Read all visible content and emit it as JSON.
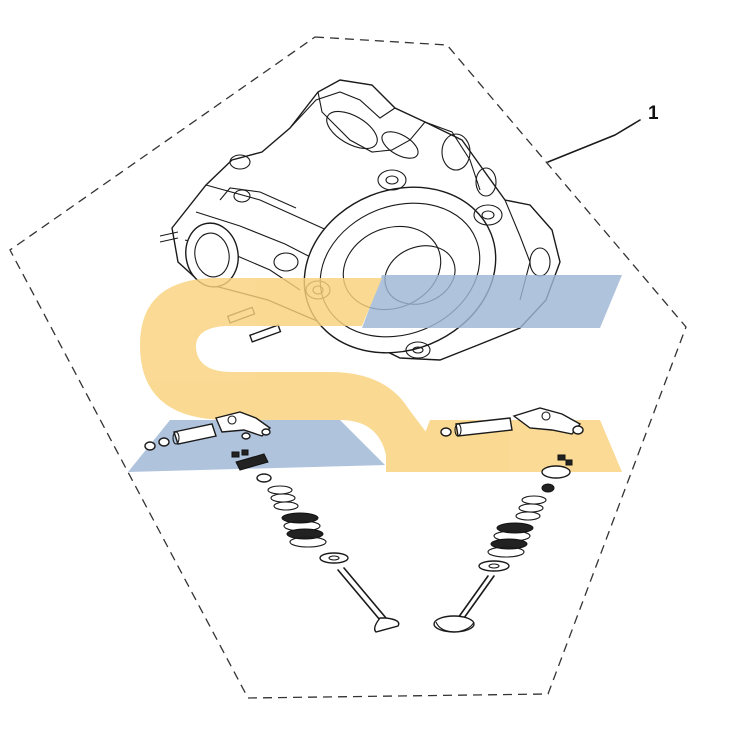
{
  "diagram": {
    "callout_label": "1"
  },
  "colors": {
    "logo_yellow": "#f9d27c",
    "logo_blue": "#9fb6d6",
    "line": "#1a1a1a"
  },
  "icons": [
    "cylinder-head-illustration",
    "watermark-logo",
    "valve-assembly-illustration"
  ]
}
